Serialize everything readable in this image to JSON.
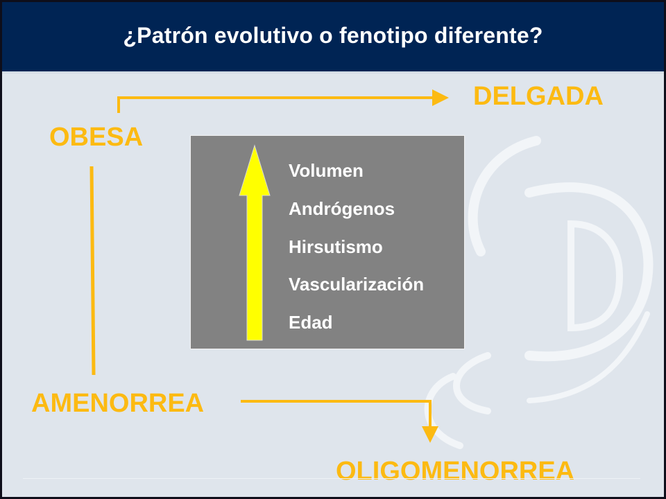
{
  "slide": {
    "title": "¿Patrón evolutivo o fenotipo diferente?"
  },
  "diagram": {
    "labels": {
      "obesa": "OBESA",
      "delgada": "DELGADA",
      "amenorrea": "AMENORREA",
      "oligomenorrea": "OLIGOMENORREA"
    },
    "increasing_factors": [
      "Volumen",
      "Andrógenos",
      "Hirsutismo",
      "Vascularización",
      "Edad"
    ]
  },
  "colors": {
    "header_bg": "#002454",
    "slide_bg": "#dfe5ec",
    "accent_yellow": "#fcba12",
    "box_bg": "#828282",
    "arrow_yellow": "#ffff00"
  },
  "watermark": {
    "icon": "d-logo-watermark"
  }
}
